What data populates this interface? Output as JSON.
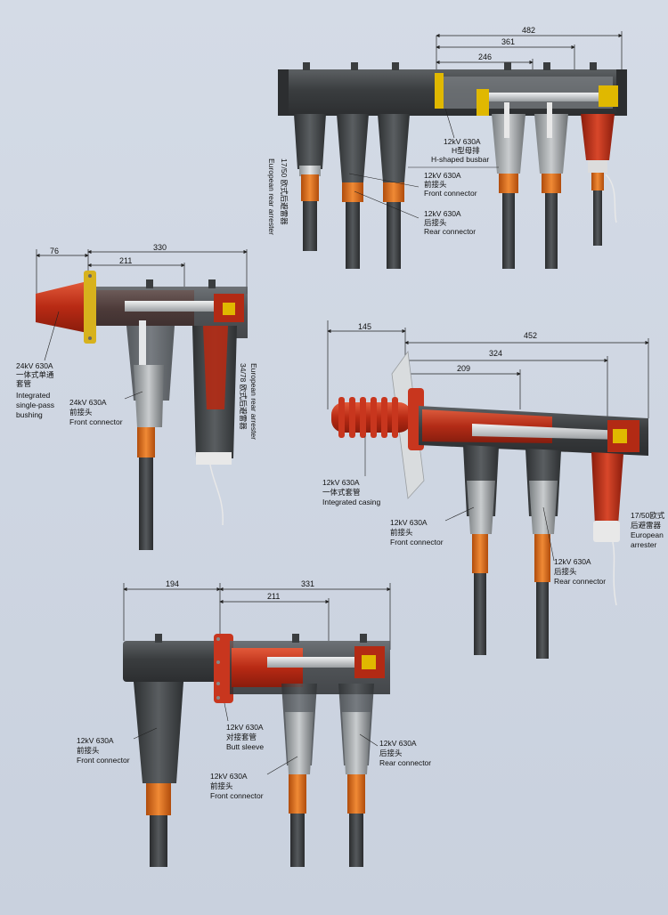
{
  "colors": {
    "background": "#cfd6e2",
    "housing": "#3f4244",
    "housing_light": "#5a5e61",
    "bushing_red": "#c8361e",
    "insulator_orange": "#e06a1a",
    "silver": "#bfc3c6",
    "yellow": "#e0b800",
    "flange_yellow": "#d7b21d"
  },
  "dims": {
    "d1_482": "482",
    "d1_361": "361",
    "d1_246": "246",
    "d2_76": "76",
    "d2_330": "330",
    "d2_211": "211",
    "d3_145": "145",
    "d3_452": "452",
    "d3_324": "324",
    "d3_209": "209",
    "d4_194": "194",
    "d4_331": "331",
    "d4_211": "211"
  },
  "labels": {
    "a1_busbar": [
      "12kV 630A",
      "H型母排",
      "H-shaped busbar"
    ],
    "a1_front": [
      "12kV 630A",
      "前接头",
      "Front connector"
    ],
    "a1_rear": [
      "12kV 630A",
      "后接头",
      "Rear connector"
    ],
    "a1_arrester_cn": "17/50 欧式后避雷器",
    "a1_arrester_en": "European rear arrester",
    "a2_bushing": [
      "24kV 630A",
      "一体式单通",
      "套管",
      "Integrated",
      "single-pass",
      "bushing"
    ],
    "a2_front": [
      "24kV 630A",
      "前接头",
      "Front connector"
    ],
    "a2_arrester_en": "European rear arrester",
    "a2_arrester_cn": "34/78 欧式后避雷器",
    "a3_casing": [
      "12kV 630A",
      "一体式套管",
      "Integrated casing"
    ],
    "a3_front": [
      "12kV 630A",
      "前接头",
      "Front connector"
    ],
    "a3_rear": [
      "12kV 630A",
      "后接头",
      "Rear connector"
    ],
    "a3_arrester": [
      "17/50欧式",
      "后避雷器",
      "European",
      "arrester"
    ],
    "a4_front_left": [
      "12kV 630A",
      "前接头",
      "Front connector"
    ],
    "a4_butt": [
      "12kV 630A",
      "对接套管",
      "Butt sleeve"
    ],
    "a4_front_mid": [
      "12kV 630A",
      "前接头",
      "Front connector"
    ],
    "a4_rear": [
      "12kV 630A",
      "后接头",
      "Rear connector"
    ]
  }
}
